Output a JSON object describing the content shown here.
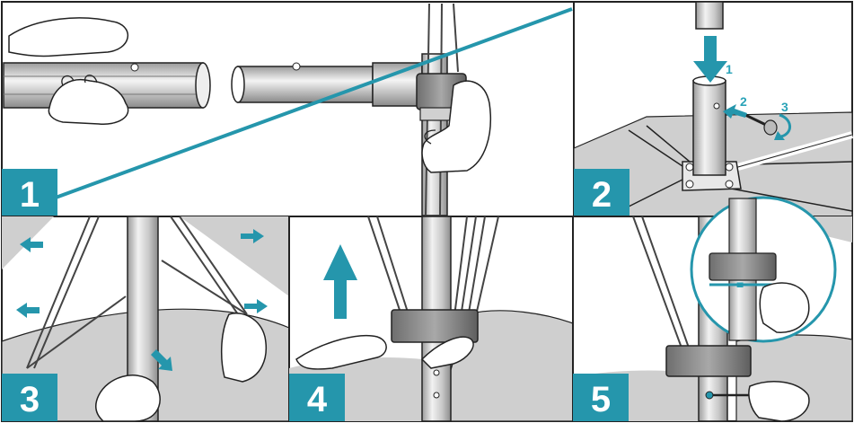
{
  "accent_color": "#2596ac",
  "panels": [
    {
      "step": "1",
      "icon": "pole-assembly-illustration"
    },
    {
      "step": "2",
      "icon": "base-bolt-illustration"
    },
    {
      "step": "3",
      "icon": "open-canopy-illustration"
    },
    {
      "step": "4",
      "icon": "raise-hub-illustration"
    },
    {
      "step": "5",
      "icon": "secure-pin-illustration"
    }
  ],
  "panel2_labels": [
    "1",
    "2",
    "3"
  ],
  "panel5_equal_sign": "="
}
